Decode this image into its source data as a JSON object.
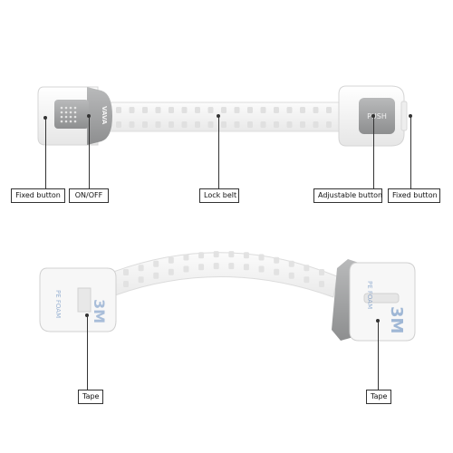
{
  "top_device": {
    "brand_text": "VAVA",
    "push_text": "PUSH"
  },
  "bottom_device": {
    "tape_brand_text": "3M",
    "tape_type_text": "PE FOAM"
  },
  "labels": {
    "fixed_button_left": "Fixed button",
    "on_off": "ON/OFF",
    "lock_belt": "Lock belt",
    "adjustable_button": "Adjustable button",
    "fixed_button_right": "Fixed button",
    "tape_left": "Tape",
    "tape_right": "Tape"
  },
  "colors": {
    "housing": "#f4f4f4",
    "button_gray": "#a9aaab",
    "strap": "#f6f6f6",
    "tape_blue": "#4a78b5",
    "callout_border": "#333333"
  }
}
